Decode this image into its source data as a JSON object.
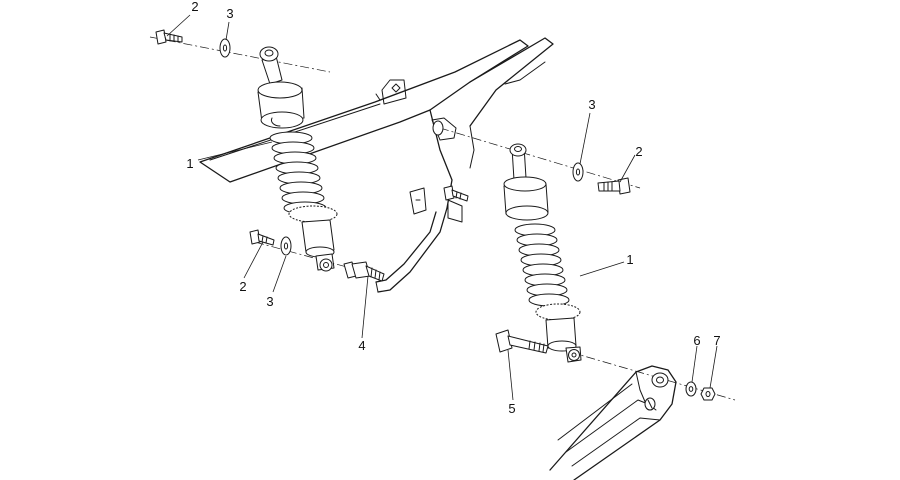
{
  "callouts": {
    "c1": "2",
    "c2": "3",
    "c3": "1",
    "c4": "3",
    "c5": "2",
    "c6": "1",
    "c7": "2",
    "c8": "3",
    "c9": "4",
    "c10": "5",
    "c11": "6",
    "c12": "7"
  }
}
